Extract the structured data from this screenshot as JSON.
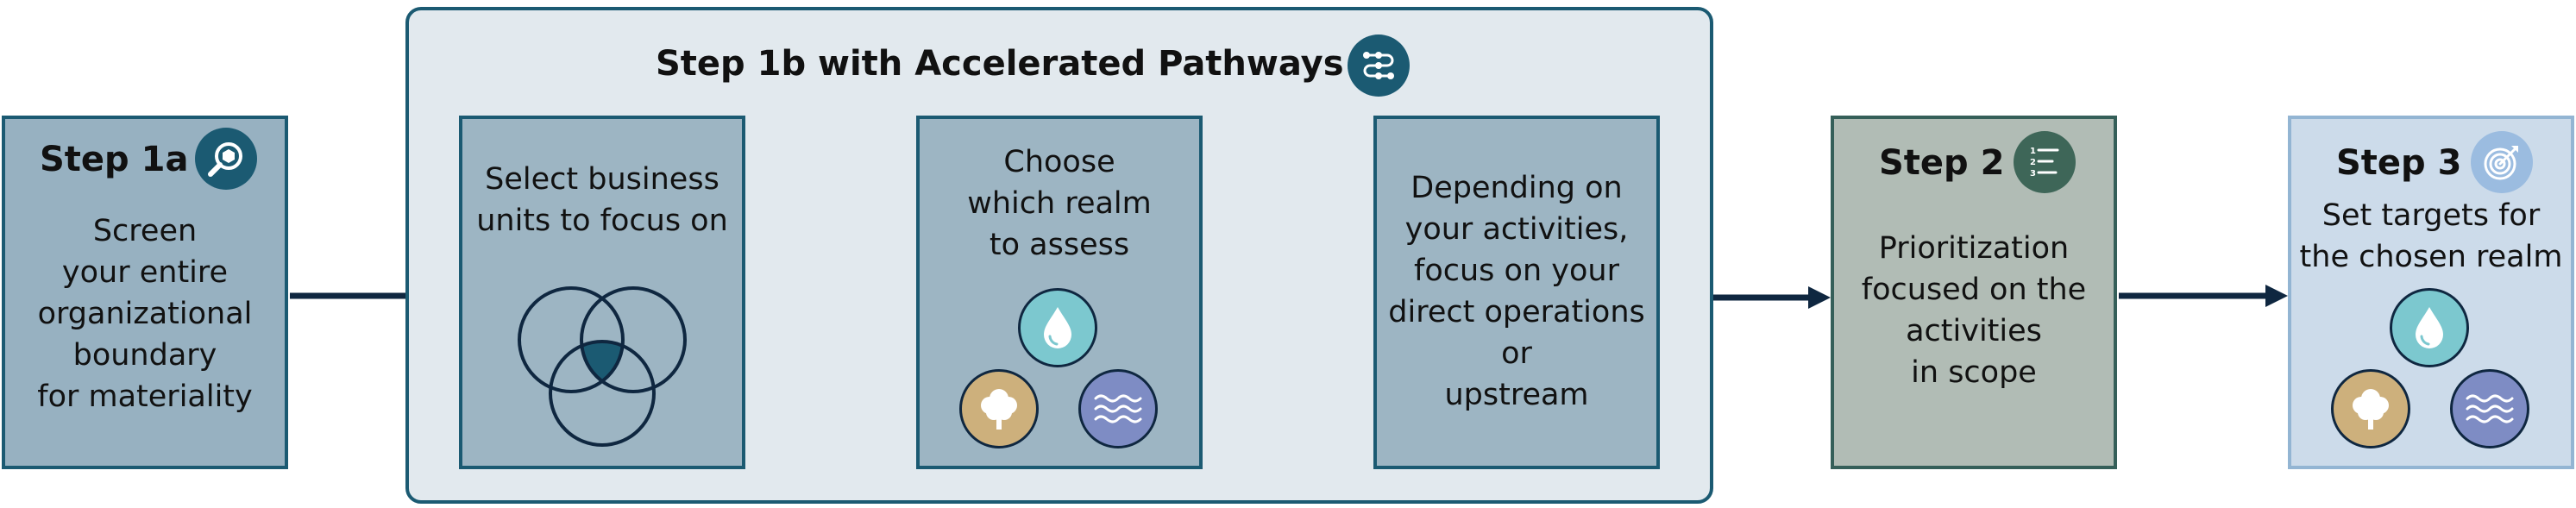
{
  "group": {
    "title": "Step 1b with Accelerated Pathways",
    "icon": "pathways-icon"
  },
  "steps": [
    {
      "id": "step1a",
      "title": "Step 1a",
      "icon": "magnifier-icon",
      "text": "Screen\nyour entire\norganizational\nboundary\nfor materiality"
    },
    {
      "id": "select",
      "text": "Select business\nunits to focus on",
      "icon": "venn-diagram-icon"
    },
    {
      "id": "realm",
      "text": "Choose\nwhich realm\nto assess",
      "icons": [
        "water-drop-icon",
        "tree-icon",
        "ocean-waves-icon"
      ]
    },
    {
      "id": "depend",
      "text": "Depending on\nyour activities,\nfocus on your\ndirect operations\nor\nupstream"
    },
    {
      "id": "step2",
      "title": "Step 2",
      "icon": "numbered-list-icon",
      "text": "Prioritization\nfocused on the\nactivities\nin scope"
    },
    {
      "id": "step3",
      "title": "Step 3",
      "icon": "target-icon",
      "text": "Set targets for\nthe chosen realm",
      "icons": [
        "water-drop-icon",
        "tree-icon",
        "ocean-waves-icon"
      ]
    }
  ],
  "colors": {
    "dark_teal": "#1b5a72",
    "navy_arrow": "#0f2740",
    "water": "#7cc8cf",
    "land": "#cdb07c",
    "ocean": "#7e8cc4",
    "step2_icon": "#3e6658",
    "step3_icon": "#9bbce0"
  }
}
